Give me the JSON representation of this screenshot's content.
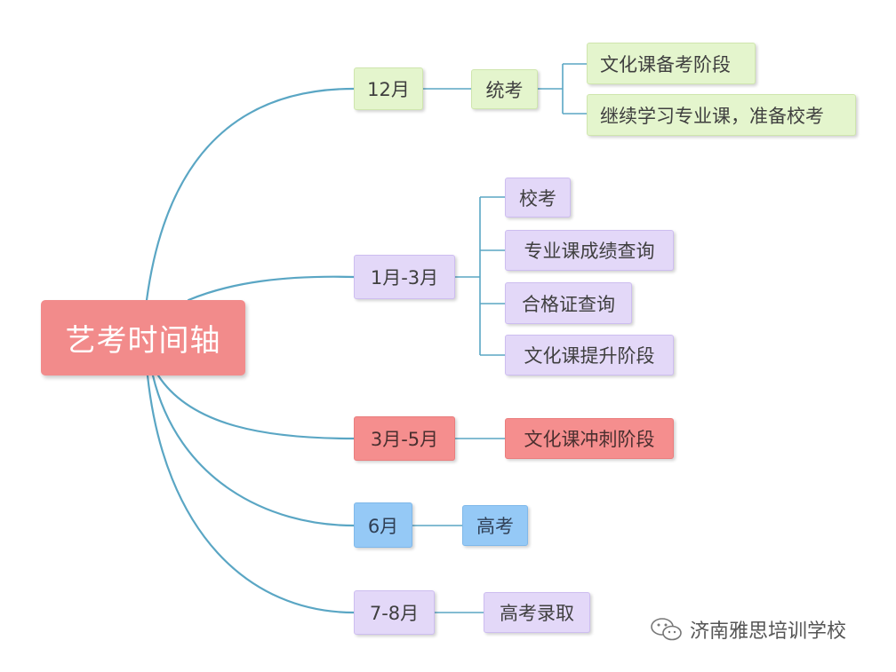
{
  "root": {
    "label": "艺考时间轴"
  },
  "branches": [
    {
      "label": "12月",
      "children": [
        "统考"
      ],
      "sub_children": [
        "文化课备考阶段",
        "继续学习专业课，准备校考"
      ]
    },
    {
      "label": "1月-3月",
      "children": [
        "校考",
        "专业课成绩查询",
        "合格证查询",
        "文化课提升阶段"
      ]
    },
    {
      "label": "3月-5月",
      "children": [
        "文化课冲刺阶段"
      ]
    },
    {
      "label": "6月",
      "children": [
        "高考"
      ]
    },
    {
      "label": "7-8月",
      "children": [
        "高考录取"
      ]
    }
  ],
  "watermark": {
    "text": "济南雅思培训学校",
    "icon": "wechat-icon"
  },
  "colors": {
    "line": "#5aa6c4",
    "root": "#f28b8b",
    "green": "#e4f5cd",
    "purple": "#e3d8f8",
    "red": "#f58e8e",
    "blue": "#95c9f6"
  }
}
